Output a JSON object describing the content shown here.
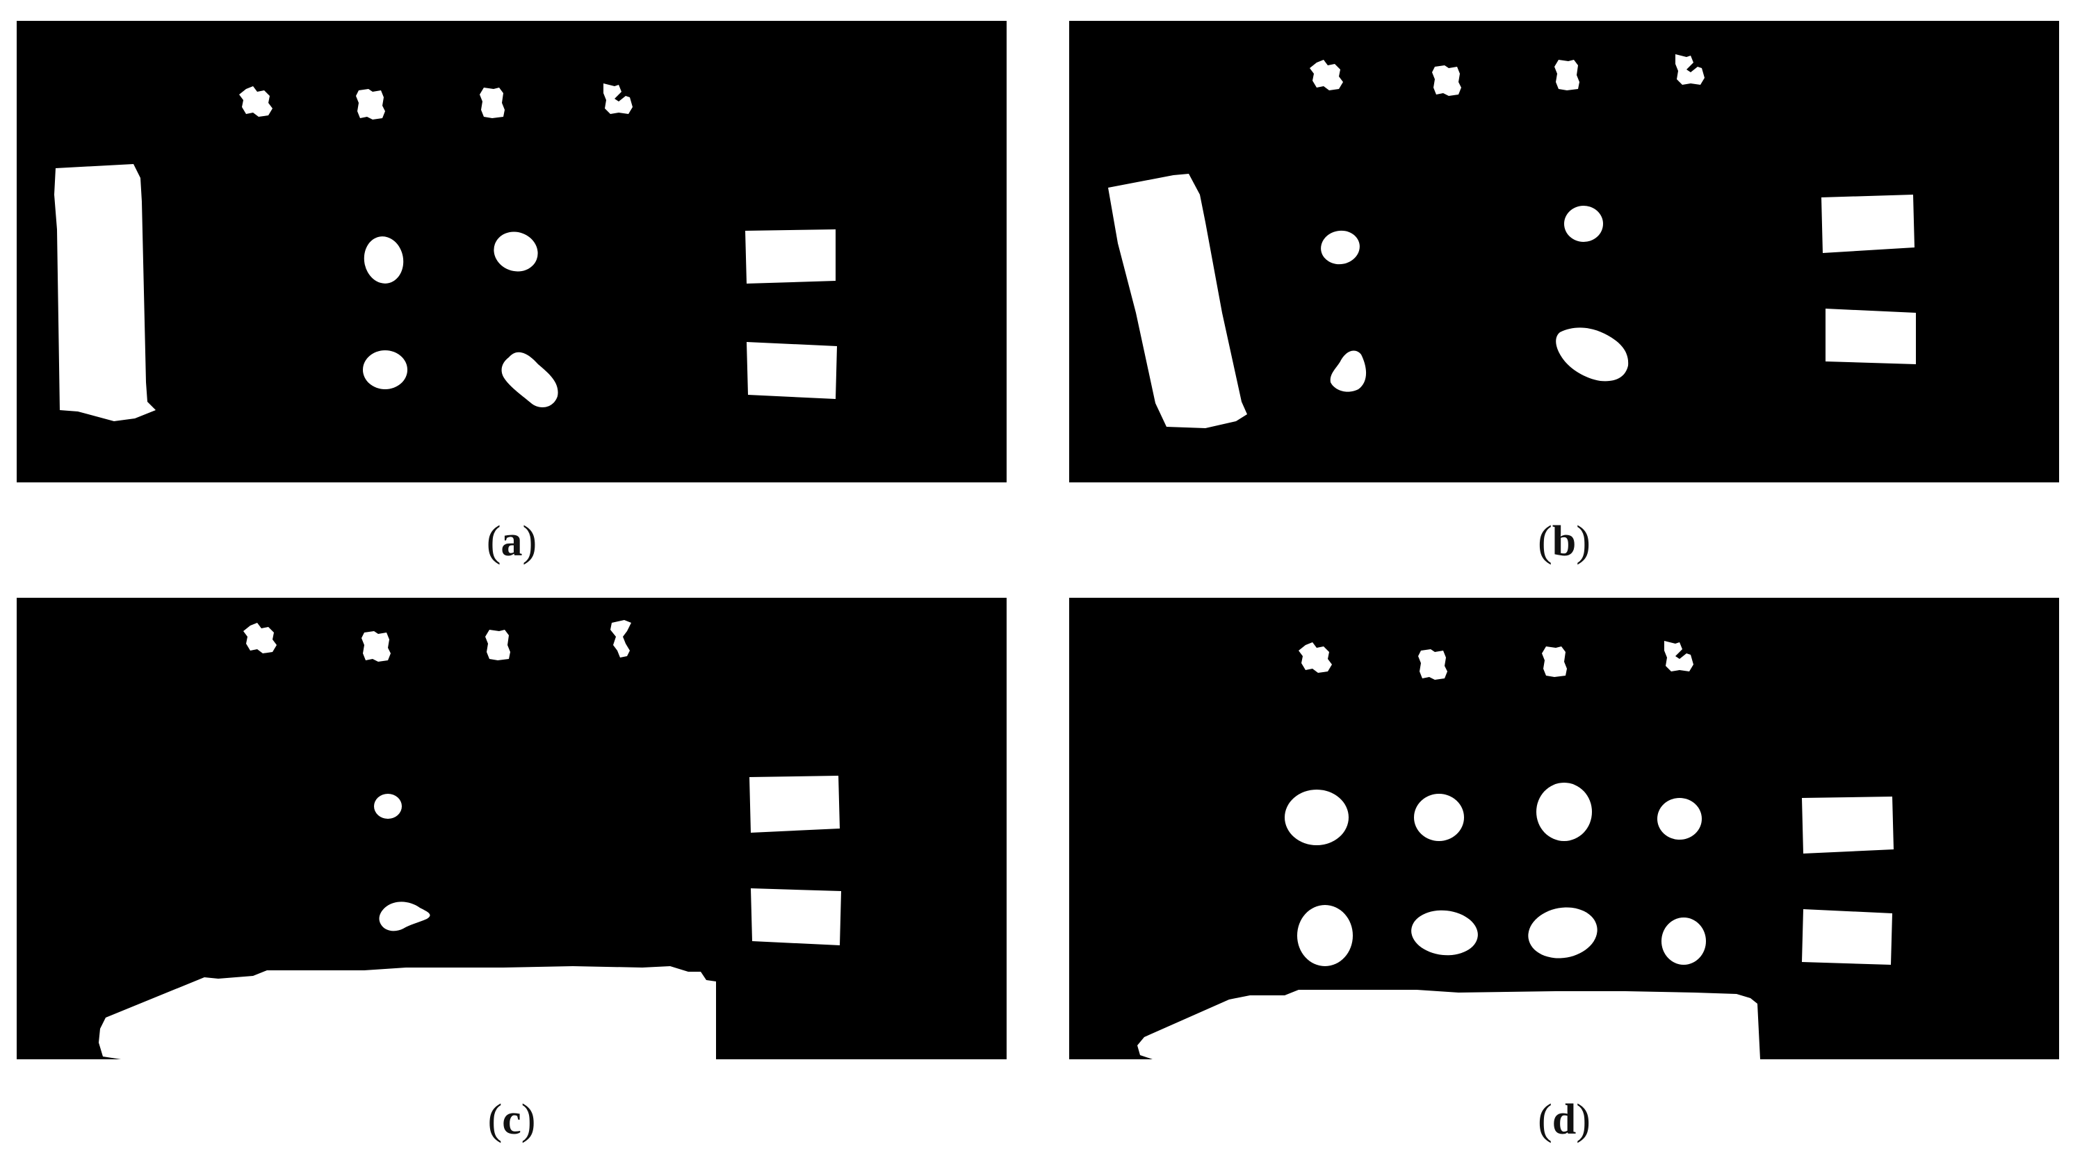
{
  "colors": {
    "background": "#000000",
    "foreground": "#ffffff",
    "page": "#ffffff",
    "caption": "#111111"
  },
  "panels": [
    {
      "id": "a",
      "caption_open": "(",
      "caption_letter": "a",
      "caption_close": ")"
    },
    {
      "id": "b",
      "caption_open": "(",
      "caption_letter": "b",
      "caption_close": ")"
    },
    {
      "id": "c",
      "caption_open": "(",
      "caption_letter": "c",
      "caption_close": ")"
    },
    {
      "id": "d",
      "caption_open": "(",
      "caption_letter": "d",
      "caption_close": ")"
    }
  ]
}
